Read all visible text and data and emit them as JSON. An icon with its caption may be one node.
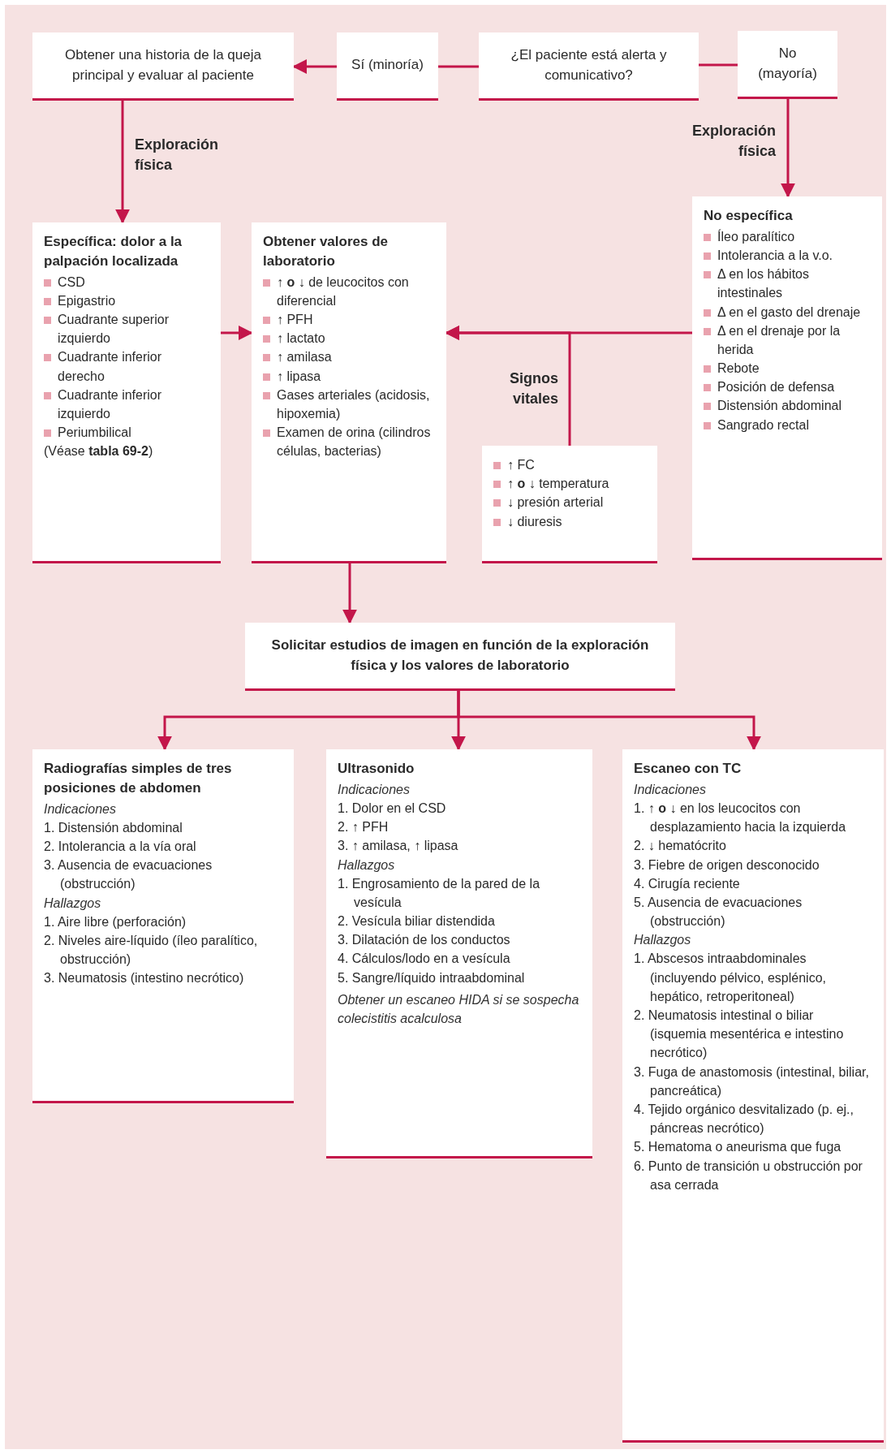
{
  "diagram": {
    "nodes": [
      {
        "text": [
          "Obtener una historia de la queja principal y evaluar al paciente"
        ]
      },
      {
        "text": [
          "Sí (minoría)"
        ]
      },
      {
        "text": [
          "¿El paciente está alerta y comunicativo?"
        ]
      },
      {
        "text": [
          "No (mayoría)"
        ]
      },
      {
        "text": [
          "Específica: dolor a la palpación localizada",
          "CSD",
          "Epigastrio",
          "Cuadrante superior izquierdo",
          "Cuadrante inferior derecho",
          "Cuadrante inferior izquierdo",
          "Periumbilical",
          "(Véase **tabla 69-2**)"
        ]
      },
      {
        "text": [
          "Obtener valores de laboratorio",
          "↑ **o** ↓ de leucocitos con diferencial",
          "↑ PFH",
          "↑ lactato",
          "↑ amilasa",
          "↑ lipasa",
          "Gases arteriales (acidosis, hipoxemia)",
          "Examen de orina (cilindros células, bacterias)"
        ]
      },
      {
        "text": [
          "↑ FC",
          "↑ **o** ↓ temperatura",
          "↓ presión arterial",
          "↓ diuresis"
        ]
      },
      {
        "text": [
          "No específica",
          "Íleo paralítico",
          "Intolerancia a la v.o.",
          "Δ en los hábitos intestinales",
          "Δ en el gasto del drenaje",
          "Δ en el drenaje por la herida",
          "Rebote",
          "Posición de defensa",
          "Distensión abdominal",
          "Sangrado rectal"
        ]
      },
      {
        "text": [
          "Solicitar estudios de imagen en función de la exploración física y los valores de laboratorio"
        ]
      },
      {
        "text": [
          "Radiografías simples de tres posiciones de abdomen",
          "Indicaciones",
          "1. Distensión abdominal",
          "2. Intolerancia a la vía oral",
          "3. Ausencia de evacuaciones (obstrucción)",
          "Hallazgos",
          "1. Aire libre (perforación)",
          "2. Niveles aire-líquido (íleo paralítico, obstrucción)",
          "3. Neumatosis (intestino necrótico)"
        ]
      },
      {
        "text": [
          "Ultrasonido",
          "Indicaciones",
          "1. Dolor en el CSD",
          "2. ↑ PFH",
          "3. ↑ amilasa, ↑ lipasa",
          "Hallazgos",
          "1. Engrosamiento de la pared de la vesícula",
          "2. Vesícula biliar distendida",
          "3. Dilatación de los conductos",
          "4. Cálculos/lodo en a vesícula",
          "5. Sangre/líquido intraabdominal",
          "Obtener un escaneo HIDA si se sospecha colecistitis acalculosa"
        ]
      },
      {
        "text": [
          "Escaneo con TC",
          "Indicaciones",
          "1. ↑ **o** ↓ en los leucocitos con desplazamiento hacia la izquierda",
          "2. ↓ hematócrito",
          "3. Fiebre de origen desconocido",
          "4. Cirugía reciente",
          "5. Ausencia de evacuaciones (obstrucción)",
          "Hallazgos",
          "1. Abscesos intraabdominales (incluyendo pélvico, esplénico, hepático, retroperitoneal)",
          "2. Neumatosis intestinal o biliar (isquemia mesentérica e intestino necrótico)",
          "3. Fuga de anastomosis (intestinal, biliar, pancreática)",
          "4. Tejido orgánico desvitalizado (p. ej., páncreas necrótico)",
          "5. Hematoma o aneurisma que fuga",
          "6. Punto de transición u obstrucción por asa cerrada"
        ]
      }
    ],
    "edges": [
      {
        "from": 2,
        "to": 1,
        "arrow": "none"
      },
      {
        "from": 1,
        "to": 0,
        "arrow": "to"
      },
      {
        "from": 2,
        "to": 3,
        "arrow": "none"
      },
      {
        "from": 0,
        "to": 4,
        "arrow": "to",
        "label": "Exploración física"
      },
      {
        "from": 3,
        "to": 7,
        "arrow": "to",
        "label": "Exploración física"
      },
      {
        "from": 4,
        "to": 5,
        "arrow": "to"
      },
      {
        "from": 7,
        "to": 5,
        "arrow": "to"
      },
      {
        "from": 6,
        "to": 5,
        "arrow": "to",
        "label": "Signos vitales"
      },
      {
        "from": 5,
        "to": 8,
        "arrow": "to"
      },
      {
        "from": 8,
        "to": 9,
        "arrow": "to"
      },
      {
        "from": 8,
        "to": 10,
        "arrow": "to"
      },
      {
        "from": 8,
        "to": 11,
        "arrow": "to"
      }
    ]
  }
}
